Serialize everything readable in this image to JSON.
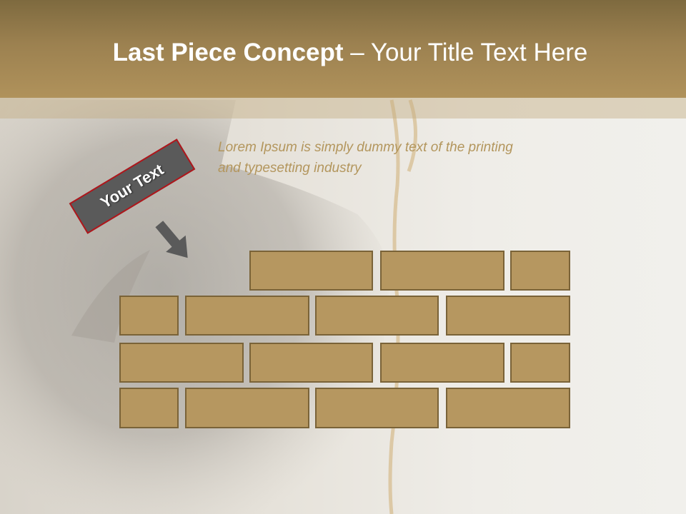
{
  "slide": {
    "title_main": "Last Piece Concept",
    "title_sub": " – Your Title Text Here",
    "description": "Lorem Ipsum is simply dummy text of the printing and typesetting industry",
    "tag_label": "Your Text"
  },
  "colors": {
    "header": "#9c8150",
    "brick_fill": "#b69760",
    "brick_border": "#7a6338",
    "description_text": "#b3965d",
    "tag_fill": "#5a5a5a",
    "tag_border": "#b0161b"
  },
  "icons": [
    "arrow-down-right-icon"
  ],
  "bricks": {
    "rows": 4,
    "count_per_row": [
      3,
      4,
      4,
      4
    ]
  }
}
